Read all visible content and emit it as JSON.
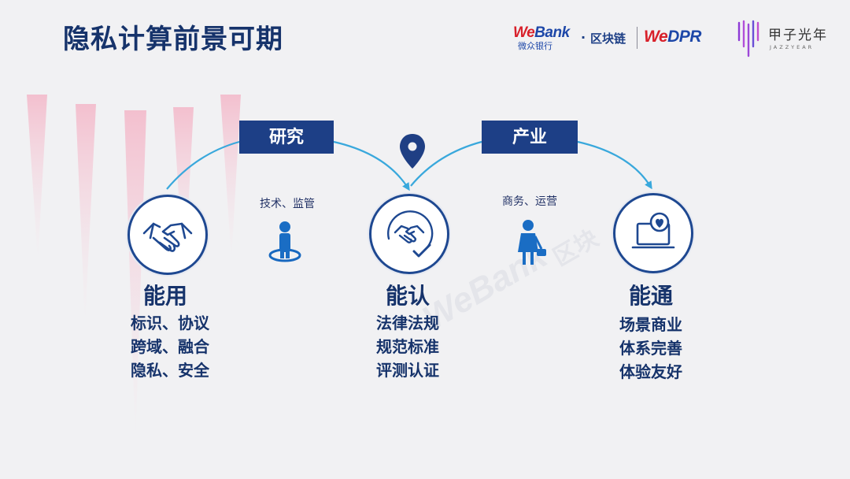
{
  "slide": {
    "title": "隐私计算前景可期"
  },
  "logos": {
    "webank": {
      "brand_we": "We",
      "brand_rest": "Bank",
      "sub": "微众银行"
    },
    "separator_dot": "·",
    "blockchain": "区块链",
    "wedpr": {
      "brand_we": "We",
      "brand_rest": "DPR"
    },
    "jazzyear": {
      "name": "甲子光年",
      "sub": "JAZZYEAR"
    }
  },
  "watermark": {
    "text": "WeBank",
    "sub": "区块"
  },
  "tags": [
    {
      "label": "研究"
    },
    {
      "label": "产业"
    }
  ],
  "small_labels": [
    {
      "label": "技术、监管"
    },
    {
      "label": "商务、运营"
    }
  ],
  "stages": [
    {
      "title": "能用",
      "lines": [
        "标识、协议",
        "跨域、融合",
        "隐私、安全"
      ],
      "icon": "handshake-icon"
    },
    {
      "title": "能认",
      "lines": [
        "法律法规",
        "规范标准",
        "评测认证"
      ],
      "icon": "handshake-check-icon"
    },
    {
      "title": "能通",
      "lines": [
        "场景商业",
        "体系完善",
        "体验友好"
      ],
      "icon": "laptop-heart-icon"
    }
  ],
  "colors": {
    "navy": "#1d3f86",
    "title": "#16336b",
    "arrow": "#39a8dc",
    "accent_red": "#d8202a",
    "background": "#f1f1f3"
  }
}
